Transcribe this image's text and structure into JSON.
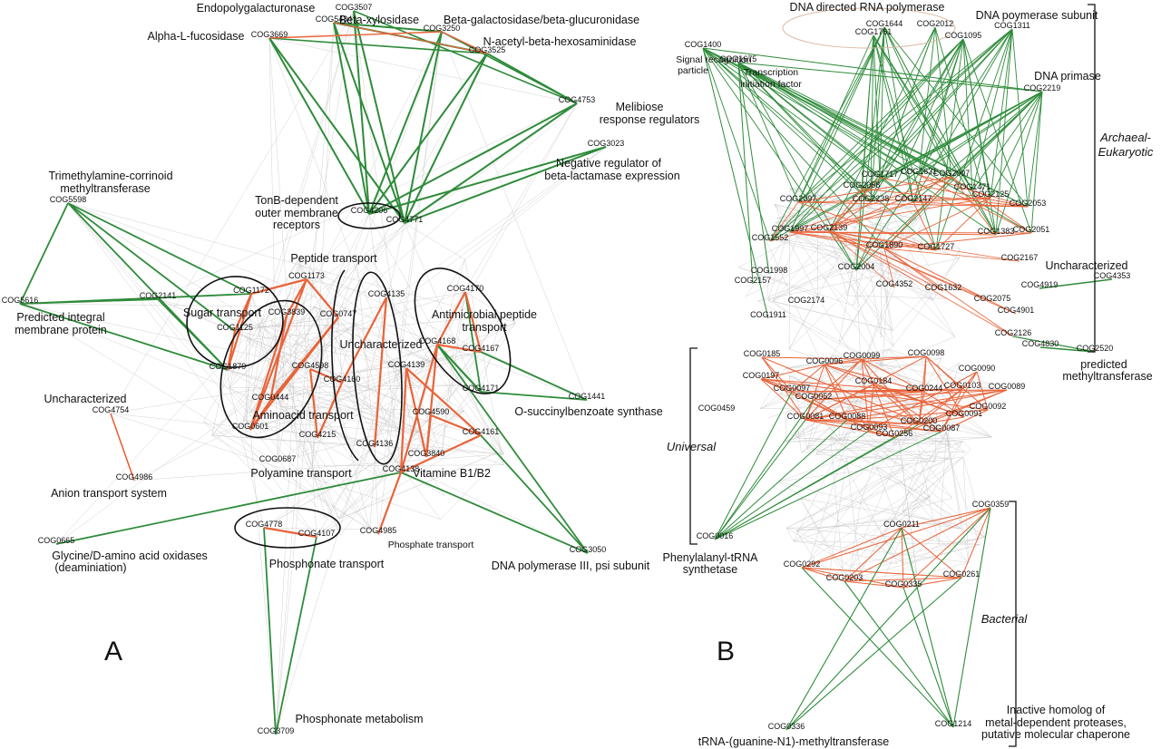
{
  "panels": [
    {
      "id": "A",
      "letter": "A",
      "nodes": [
        {
          "id": "COG3507",
          "label": "COG3507"
        },
        {
          "id": "COG5434",
          "label": "COG5434"
        },
        {
          "id": "COG3250",
          "label": "COG3250"
        },
        {
          "id": "COG3669",
          "label": "COG3669"
        },
        {
          "id": "COG3525",
          "label": "COG3525"
        },
        {
          "id": "COG4753",
          "label": "COG4753"
        },
        {
          "id": "COG3023",
          "label": "COG3023"
        },
        {
          "id": "COG5598",
          "label": "COG5598"
        },
        {
          "id": "COG4206",
          "label": "COG4206"
        },
        {
          "id": "COG4771",
          "label": "COG4771"
        },
        {
          "id": "COG1173",
          "label": "COG1173"
        },
        {
          "id": "COG1172",
          "label": "COG1172"
        },
        {
          "id": "COG2141",
          "label": "COG2141"
        },
        {
          "id": "COG5616",
          "label": "COG5616"
        },
        {
          "id": "COG3839",
          "label": "COG3839"
        },
        {
          "id": "COG0747",
          "label": "COG0747"
        },
        {
          "id": "COG1125",
          "label": "COG1125"
        },
        {
          "id": "COG4135",
          "label": "COG4135"
        },
        {
          "id": "COG4170",
          "label": "COG4170"
        },
        {
          "id": "COG4168",
          "label": "COG4168"
        },
        {
          "id": "COG4167",
          "label": "COG4167"
        },
        {
          "id": "COG1879",
          "label": "COG1879"
        },
        {
          "id": "COG4598",
          "label": "COG4598"
        },
        {
          "id": "COG4160",
          "label": "COG4160"
        },
        {
          "id": "COG4139",
          "label": "COG4139"
        },
        {
          "id": "COG4171",
          "label": "COG4171"
        },
        {
          "id": "COG1441",
          "label": "COG1441"
        },
        {
          "id": "COG0444",
          "label": "COG0444"
        },
        {
          "id": "COG4754",
          "label": "COG4754"
        },
        {
          "id": "COG0601",
          "label": "COG0601"
        },
        {
          "id": "COG4215",
          "label": "COG4215"
        },
        {
          "id": "COG4590",
          "label": "COG4590"
        },
        {
          "id": "COG4161",
          "label": "COG4161"
        },
        {
          "id": "COG4136",
          "label": "COG4136"
        },
        {
          "id": "COG3840",
          "label": "COG3840"
        },
        {
          "id": "COG0687",
          "label": "COG0687"
        },
        {
          "id": "COG4138",
          "label": "COG4138"
        },
        {
          "id": "COG4986",
          "label": "COG4986"
        },
        {
          "id": "COG0665",
          "label": "COG0665"
        },
        {
          "id": "COG4778",
          "label": "COG4778"
        },
        {
          "id": "COG4107",
          "label": "COG4107"
        },
        {
          "id": "COG4985",
          "label": "COG4985"
        },
        {
          "id": "COG3050",
          "label": "COG3050"
        },
        {
          "id": "COG3709",
          "label": "COG3709"
        }
      ],
      "functions": [
        {
          "text": "Endopolygalacturonase"
        },
        {
          "text": "Beta-xylosidase"
        },
        {
          "text": "Beta-galactosidase/beta-glucuronidase"
        },
        {
          "text": "Alpha-L-fucosidase"
        },
        {
          "text": "N-acetyl-beta-hexosaminidase"
        },
        {
          "text": "Melibiose"
        },
        {
          "text": "response regulators"
        },
        {
          "text": "Negative regulator of"
        },
        {
          "text": "beta-lactamase expression"
        },
        {
          "text": "Trimethylamine-corrinoid"
        },
        {
          "text": "methyltransferase"
        },
        {
          "text": "TonB-dependent"
        },
        {
          "text": "outer membrane"
        },
        {
          "text": "receptors"
        },
        {
          "text": "Peptide transport"
        },
        {
          "text": "Sugar transport"
        },
        {
          "text": "Predicted integral"
        },
        {
          "text": "membrane protein"
        },
        {
          "text": "Antimicrobial peptide"
        },
        {
          "text": "transport"
        },
        {
          "text": "Uncharacterized"
        },
        {
          "text": "Uncharacterized"
        },
        {
          "text": "Aminoacid transport"
        },
        {
          "text": "O-succinylbenzoate synthase"
        },
        {
          "text": "Polyamine transport"
        },
        {
          "text": "Vitamine B1/B2"
        },
        {
          "text": "Anion transport system"
        },
        {
          "text": "Glycine/D-amino acid oxidases"
        },
        {
          "text": "(deaminiation)"
        },
        {
          "text": "Phosphonate transport"
        },
        {
          "text": "Phosphate transport"
        },
        {
          "text": "DNA polymerase III, psi subunit"
        },
        {
          "text": "Phosphonate metabolism"
        }
      ]
    },
    {
      "id": "B",
      "letter": "B",
      "nodes": [
        {
          "id": "COG1644",
          "label": "COG1644"
        },
        {
          "id": "COG2012",
          "label": "COG2012"
        },
        {
          "id": "COG1311",
          "label": "COG1311"
        },
        {
          "id": "COG1761",
          "label": "COG1761"
        },
        {
          "id": "COG1095",
          "label": "COG1095"
        },
        {
          "id": "COG1400",
          "label": "COG1400"
        },
        {
          "id": "COG1675",
          "label": "COG1675"
        },
        {
          "id": "COG2219",
          "label": "COG2219"
        },
        {
          "id": "COG1717",
          "label": "COG1717"
        },
        {
          "id": "COG1631",
          "label": "COG1631"
        },
        {
          "id": "COG2007",
          "label": "COG2007"
        },
        {
          "id": "COG2058",
          "label": "COG2058"
        },
        {
          "id": "COG1471",
          "label": "COG1471"
        },
        {
          "id": "COG2097",
          "label": "COG2097"
        },
        {
          "id": "COG2238",
          "label": "COG2238"
        },
        {
          "id": "COG2147",
          "label": "COG2147"
        },
        {
          "id": "COG2125",
          "label": "COG2125"
        },
        {
          "id": "COG2053",
          "label": "COG2053"
        },
        {
          "id": "COG1997",
          "label": "COG1997"
        },
        {
          "id": "COG2139",
          "label": "COG2139"
        },
        {
          "id": "COG1383",
          "label": "COG1383"
        },
        {
          "id": "COG2051",
          "label": "COG2051"
        },
        {
          "id": "COG1552",
          "label": "COG1552"
        },
        {
          "id": "COG1890",
          "label": "COG1890"
        },
        {
          "id": "COG1727",
          "label": "COG1727"
        },
        {
          "id": "COG2167",
          "label": "COG2167"
        },
        {
          "id": "COG1998",
          "label": "COG1998"
        },
        {
          "id": "COG2004",
          "label": "COG2004"
        },
        {
          "id": "COG4353",
          "label": "COG4353"
        },
        {
          "id": "COG2157",
          "label": "COG2157"
        },
        {
          "id": "COG2174",
          "label": "COG2174"
        },
        {
          "id": "COG4352",
          "label": "COG4352"
        },
        {
          "id": "COG1632",
          "label": "COG1632"
        },
        {
          "id": "COG2075",
          "label": "COG2075"
        },
        {
          "id": "COG4919",
          "label": "COG4919"
        },
        {
          "id": "COG1911",
          "label": "COG1911"
        },
        {
          "id": "COG4901",
          "label": "COG4901"
        },
        {
          "id": "COG2126",
          "label": "COG2126"
        },
        {
          "id": "COG4830",
          "label": "COG4830"
        },
        {
          "id": "COG2520",
          "label": "COG2520"
        },
        {
          "id": "COG0185",
          "label": "COG0185"
        },
        {
          "id": "COG0099",
          "label": "COG0099"
        },
        {
          "id": "COG0098",
          "label": "COG0098"
        },
        {
          "id": "COG0096",
          "label": "COG0096"
        },
        {
          "id": "COG0090",
          "label": "COG0090"
        },
        {
          "id": "COG0197",
          "label": "COG0197"
        },
        {
          "id": "COG0184",
          "label": "COG0184"
        },
        {
          "id": "COG0097",
          "label": "COG0097"
        },
        {
          "id": "COG0244",
          "label": "COG0244"
        },
        {
          "id": "COG0103",
          "label": "COG0103"
        },
        {
          "id": "COG0089",
          "label": "COG0089"
        },
        {
          "id": "COG0052",
          "label": "COG0052"
        },
        {
          "id": "COG0092",
          "label": "COG0092"
        },
        {
          "id": "COG0459",
          "label": "COG0459"
        },
        {
          "id": "COG0081",
          "label": "COG0081"
        },
        {
          "id": "COG0088",
          "label": "COG0088"
        },
        {
          "id": "COG0200",
          "label": "COG0200"
        },
        {
          "id": "COG0091",
          "label": "COG0091"
        },
        {
          "id": "COG0093",
          "label": "COG0093"
        },
        {
          "id": "COG0256",
          "label": "COG0256"
        },
        {
          "id": "COG0087",
          "label": "COG0087"
        },
        {
          "id": "COG0016",
          "label": "COG0016"
        },
        {
          "id": "COG0359",
          "label": "COG0359"
        },
        {
          "id": "COG0211",
          "label": "COG0211"
        },
        {
          "id": "COG0292",
          "label": "COG0292"
        },
        {
          "id": "COG0203",
          "label": "COG0203"
        },
        {
          "id": "COG0335",
          "label": "COG0335"
        },
        {
          "id": "COG0261",
          "label": "COG0261"
        },
        {
          "id": "COG0336",
          "label": "COG0336"
        },
        {
          "id": "COG1214",
          "label": "COG1214"
        }
      ],
      "functions": [
        {
          "text": "DNA directed RNA polymerase"
        },
        {
          "text": "DNA poymerase subunit"
        },
        {
          "text": "Signal recognition"
        },
        {
          "text": "particle"
        },
        {
          "text": "Transcription"
        },
        {
          "text": "initiation factor"
        },
        {
          "text": "DNA primase"
        },
        {
          "text": "Uncharacterized"
        },
        {
          "text": "predicted"
        },
        {
          "text": "methyltransferase"
        },
        {
          "text": "Phenylalanyl-tRNA"
        },
        {
          "text": "synthetase"
        },
        {
          "text": "Inactive homolog of"
        },
        {
          "text": "metal-dependent proteases,"
        },
        {
          "text": "putative molecular chaperone"
        },
        {
          "text": "tRNA-(guanine-N1)-methyltransferase"
        }
      ],
      "sections": [
        {
          "text": "Archaeal-"
        },
        {
          "text": "Eukaryotic"
        },
        {
          "text": "Universal"
        },
        {
          "text": "Bacterial"
        }
      ]
    }
  ],
  "colors": {
    "strong_positive": "#2e8b3a",
    "strong_negative": "#e8643a",
    "weak": "#c8c8c8",
    "text": "#111111"
  }
}
